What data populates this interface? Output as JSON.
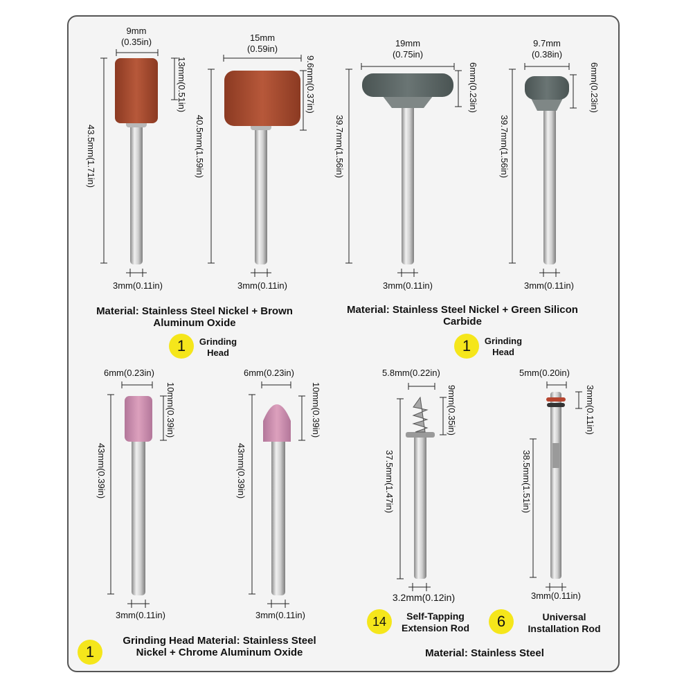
{
  "colors": {
    "brown": "#a2482e",
    "green": "#596463",
    "pink": "#c98aa9",
    "badge": "#f5e61b",
    "steel": "#c8c8c8"
  },
  "items": [
    {
      "width": "9mm",
      "width_in": "(0.35in)",
      "head_h": "13mm(0.51in)",
      "length": "43.5mm(1.71in)",
      "shank": "3mm(0.11in)"
    },
    {
      "width": "15mm",
      "width_in": "(0.59in)",
      "head_h": "9.6mm(0.37in)",
      "length": "40.5mm(1.59in)",
      "shank": "3mm(0.11in)"
    },
    {
      "width": "19mm",
      "width_in": "(0.75in)",
      "head_h": "6mm(0.23in)",
      "length": "39.7mm(1.56in)",
      "shank": "3mm(0.11in)"
    },
    {
      "width": "9.7mm",
      "width_in": "(0.38in)",
      "head_h": "6mm(0.23in)",
      "length": "39.7mm(1.56in)",
      "shank": "3mm(0.11in)"
    },
    {
      "width": "6mm(0.23in)",
      "head_h": "10mm(0.39in)",
      "length": "43mm(0.39in)",
      "shank": "3mm(0.11in)"
    },
    {
      "width": "6mm(0.23in)",
      "head_h": "10mm(0.39in)",
      "length": "43mm(0.39in)",
      "shank": "3mm(0.11in)"
    },
    {
      "width": "5.8mm(0.22in)",
      "head_h": "9mm(0.35in)",
      "length": "37.5mm(1.47in)",
      "shank": "3.2mm(0.12in)"
    },
    {
      "width": "5mm(0.20in)",
      "head_h": "3mm(0.11in)",
      "length": "38.5mm(1.51in)",
      "shank": "3mm(0.11in)"
    }
  ],
  "materials": {
    "brown": [
      "Material: Stainless Steel Nickel + Brown",
      "Aluminum Oxide"
    ],
    "green": [
      "Material: Stainless Steel Nickel + Green Silicon",
      "Carbide"
    ],
    "pink": [
      "Grinding Head Material: Stainless Steel",
      "Nickel + Chrome Aluminum Oxide"
    ],
    "steel": "Material: Stainless Steel"
  },
  "badges": {
    "brown": {
      "count": "1",
      "label": [
        "Grinding",
        "Head"
      ]
    },
    "green": {
      "count": "1",
      "label": [
        "Grinding",
        "Head"
      ]
    },
    "pink": {
      "count": "1"
    },
    "screw": {
      "count": "14",
      "label": [
        "Self-Tapping",
        "Extension Rod"
      ]
    },
    "rod": {
      "count": "6",
      "label": [
        "Universal",
        "Installation Rod"
      ]
    }
  }
}
